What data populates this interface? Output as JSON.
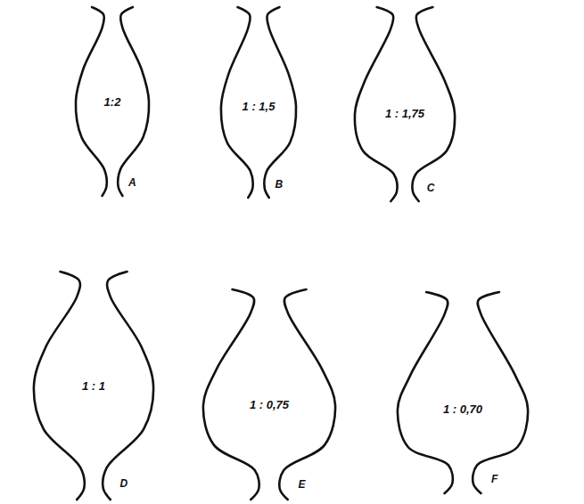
{
  "diagram": {
    "nodes": [
      {
        "text": [
          "1:2",
          "A"
        ]
      },
      {
        "text": [
          "1 : 1,5",
          "B"
        ]
      },
      {
        "text": [
          "1 : 1,75",
          "C"
        ]
      },
      {
        "text": [
          "1 : 1",
          "D"
        ]
      },
      {
        "text": [
          "1 : 0,75",
          "E"
        ]
      },
      {
        "text": [
          "1 : 0,70",
          "F"
        ]
      }
    ]
  }
}
